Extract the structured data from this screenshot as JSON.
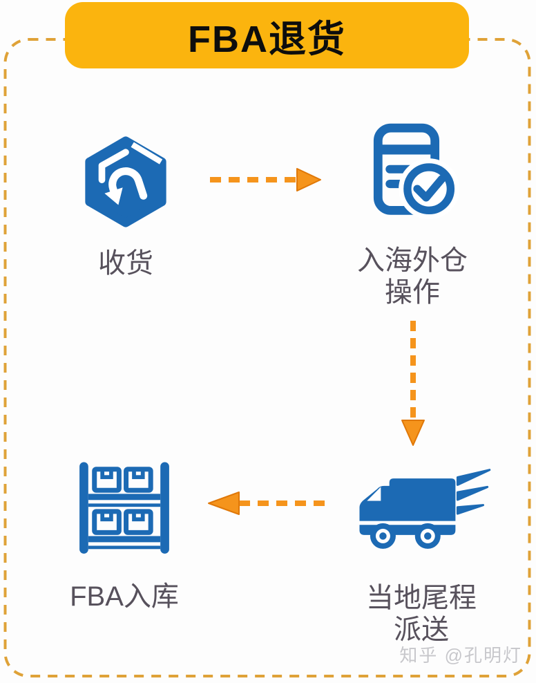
{
  "title": "FBA退货",
  "colors": {
    "banner_bg": "#FBB40E",
    "border_dash": "#DFA238",
    "icon_blue": "#1C6AB4",
    "arrow_fill": "#F5941C",
    "arrow_stroke": "#E07808",
    "label_text": "#57515C",
    "watermark_text": "#C7C7CB"
  },
  "steps": [
    {
      "name": "receive",
      "label_line1": "收货",
      "label_line2": "",
      "icon": "return-box-icon"
    },
    {
      "name": "overseas-warehouse-operation",
      "label_line1": "入海外仓",
      "label_line2": "操作",
      "icon": "document-check-icon"
    },
    {
      "name": "local-last-mile-delivery",
      "label_line1": "当地尾程",
      "label_line2": "派送",
      "icon": "delivery-truck-icon"
    },
    {
      "name": "fba-inbound",
      "label_line1": "FBA入库",
      "label_line2": "",
      "icon": "warehouse-shelf-icon"
    }
  ],
  "flow": [
    "收货 → 入海外仓操作",
    "入海外仓操作 → 当地尾程派送",
    "当地尾程派送 → FBA入库"
  ],
  "watermark": "知乎 @孔明灯"
}
